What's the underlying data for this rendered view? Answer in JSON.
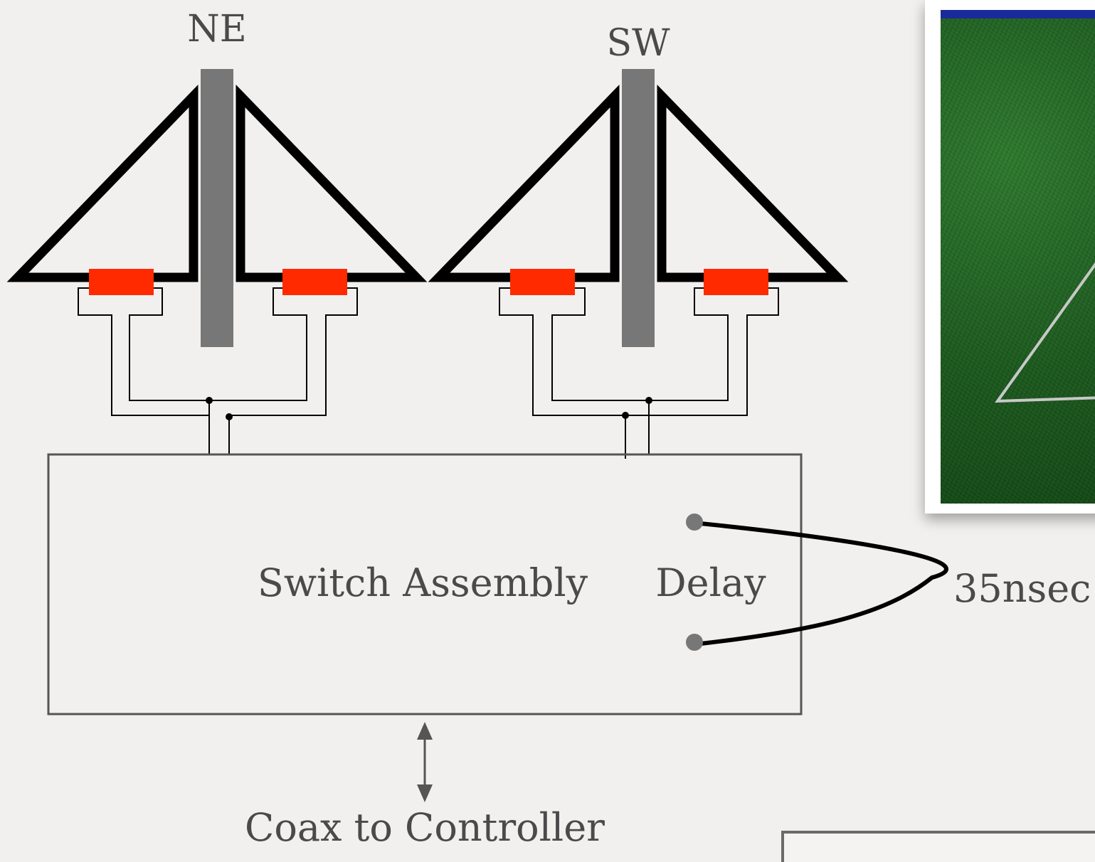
{
  "labels": {
    "antenna_ne": "NE",
    "antenna_sw": "SW",
    "switch_assembly": "Switch Assembly",
    "delay": "Delay",
    "delay_value": "35nsec",
    "coax": "Coax to Controller"
  },
  "colors": {
    "background": "#f2f0ee",
    "feed_red": "#ff2a00",
    "mast_gray": "#777777",
    "line_black": "#000000",
    "text_gray": "#4a4a4a"
  }
}
